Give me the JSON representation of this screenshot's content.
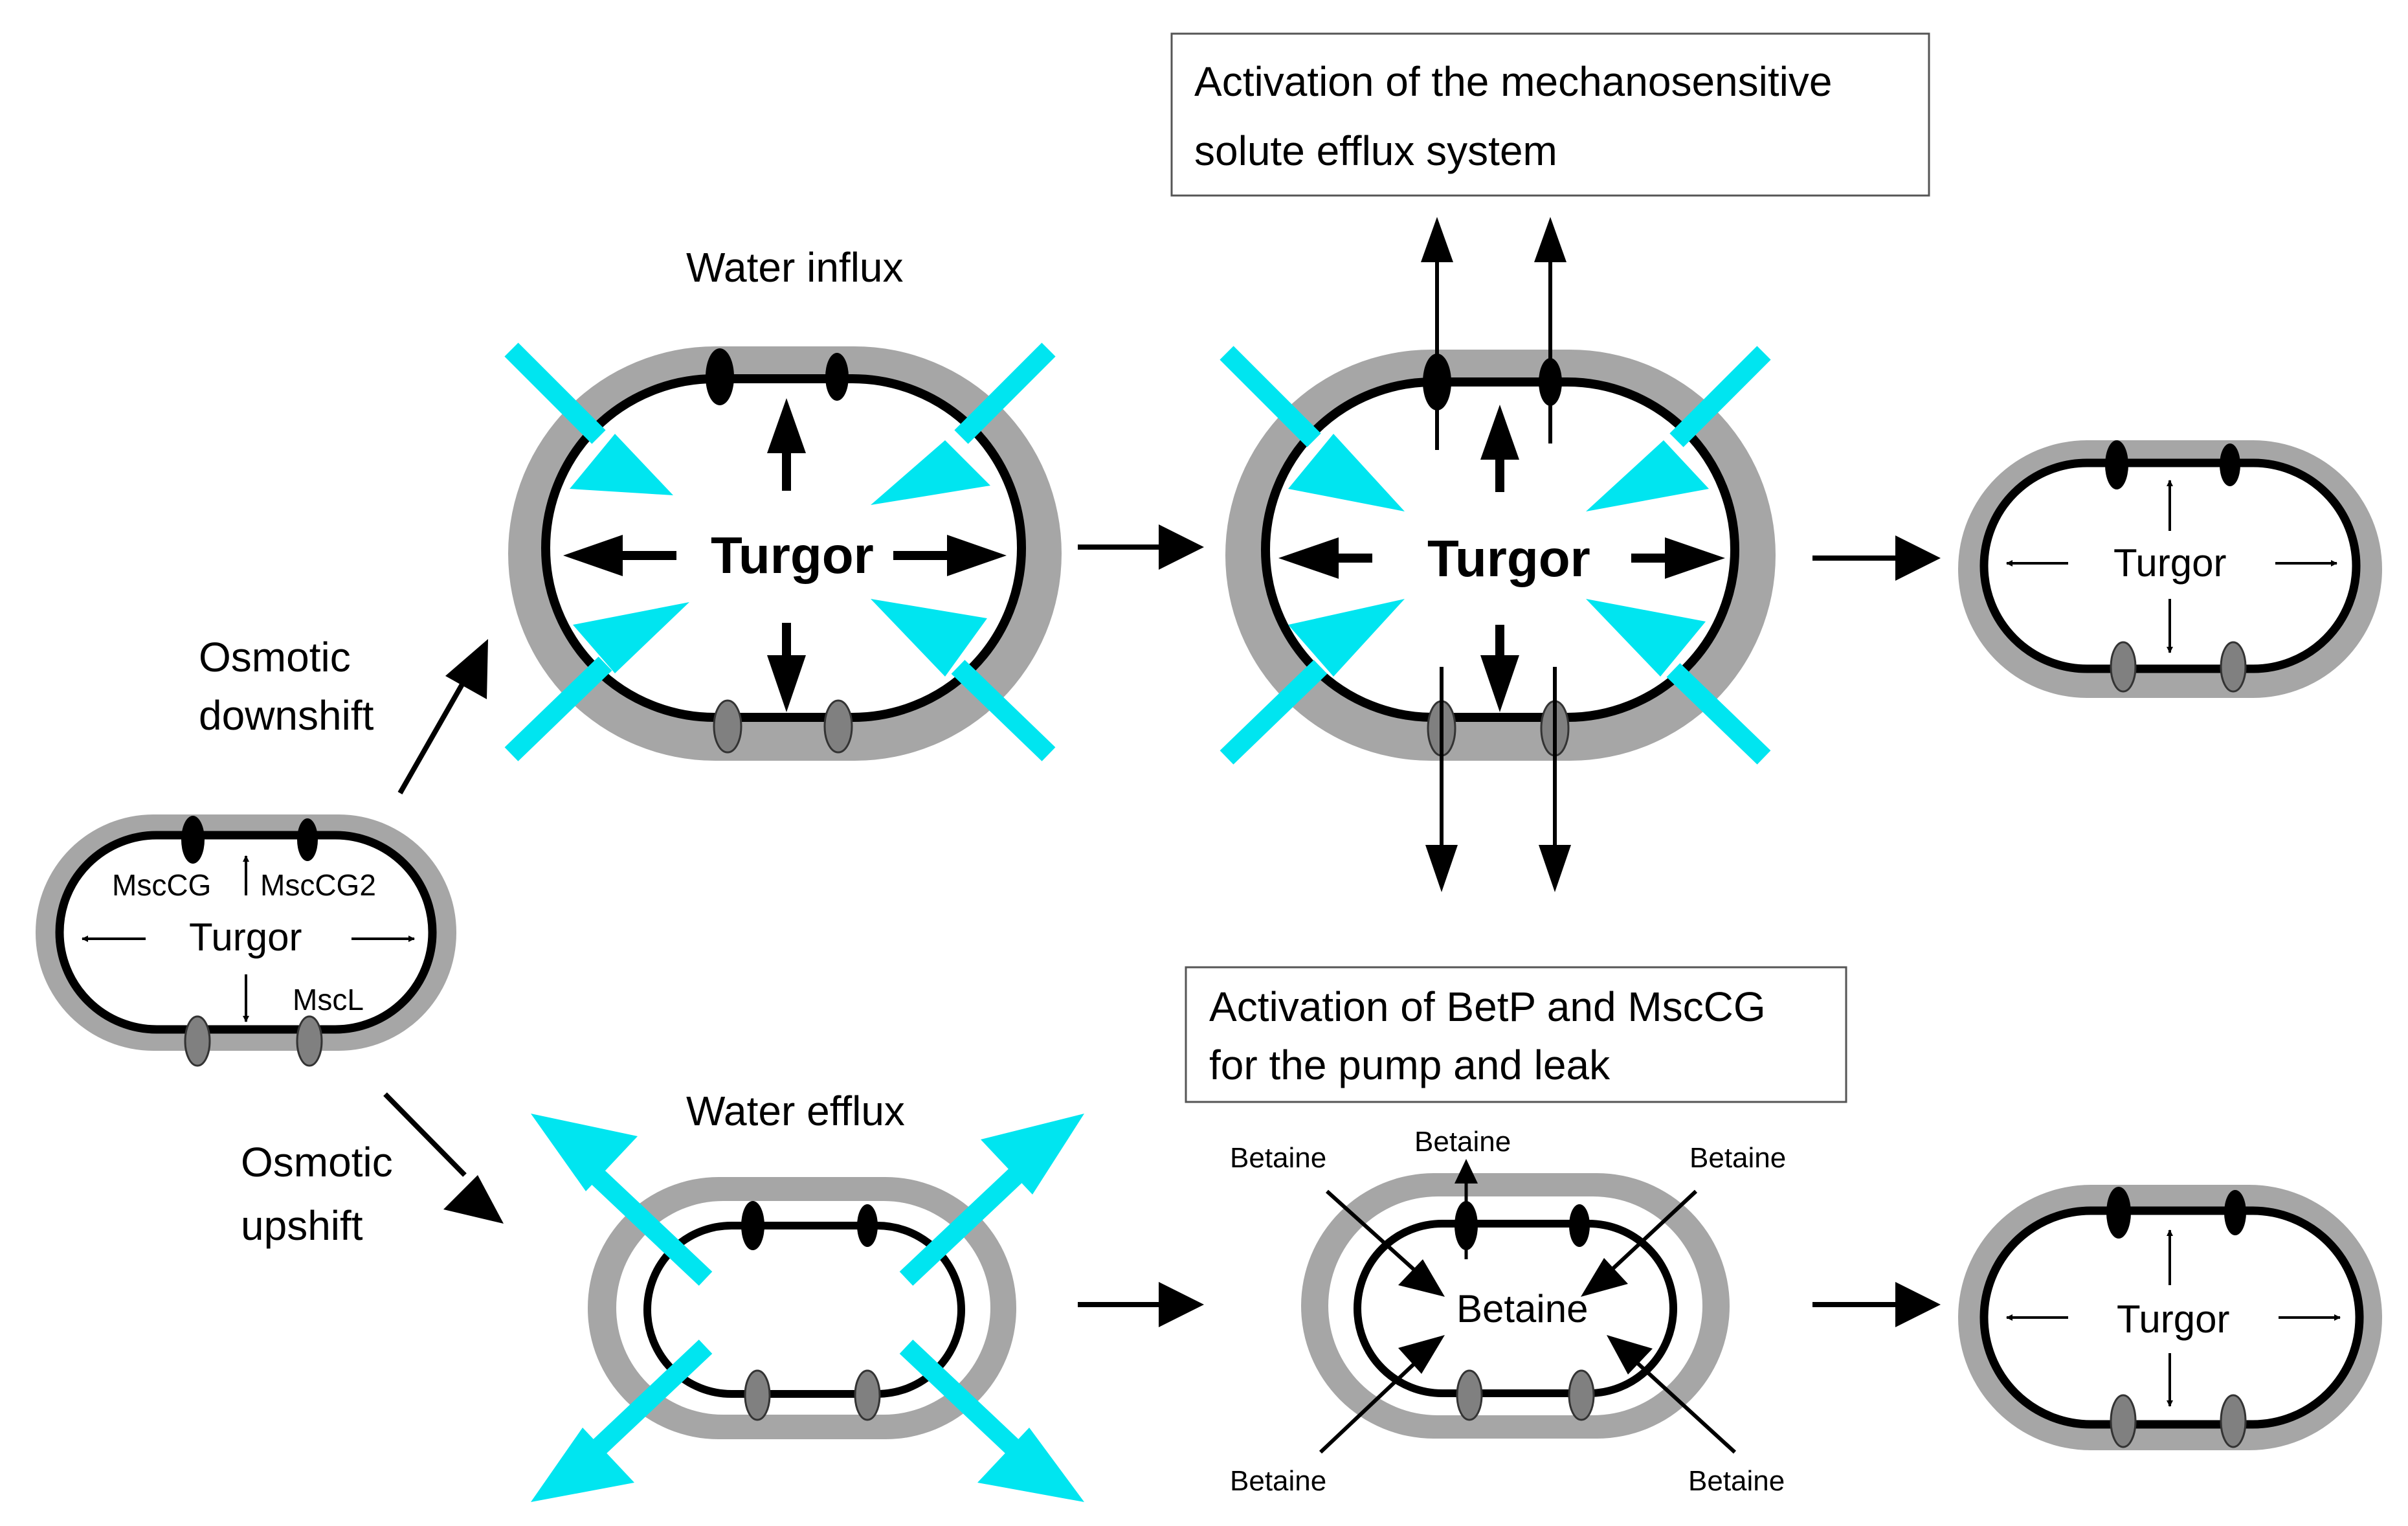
{
  "colors": {
    "wall": "#a6a6a6",
    "membrane": "#000000",
    "channel_dark": "#000000",
    "channel_light": "#808080",
    "water_arrow": "#00e5f0",
    "background": "#ffffff"
  },
  "labels": {
    "water_influx": "Water influx",
    "water_efflux": "Water efflux",
    "osmotic_downshift": [
      "Osmotic",
      "downshift"
    ],
    "osmotic_upshift": [
      "Osmotic",
      "upshift"
    ],
    "turgor": "Turgor",
    "mscl": "MscL",
    "msccg": "MscCG",
    "msccg2": "MscCG2",
    "betaine": "Betaine"
  },
  "boxes": {
    "mechanosensitive": [
      "Activation of the mechanosensitive",
      "solute efflux system"
    ],
    "betp": [
      "Activation of BetP and MscCG",
      "for the pump and leak"
    ]
  },
  "icons": [
    "water-flow-arrow",
    "process-arrow",
    "turgor-pressure-arrow",
    "solute-efflux-arrow",
    "betaine-transport-arrow"
  ]
}
